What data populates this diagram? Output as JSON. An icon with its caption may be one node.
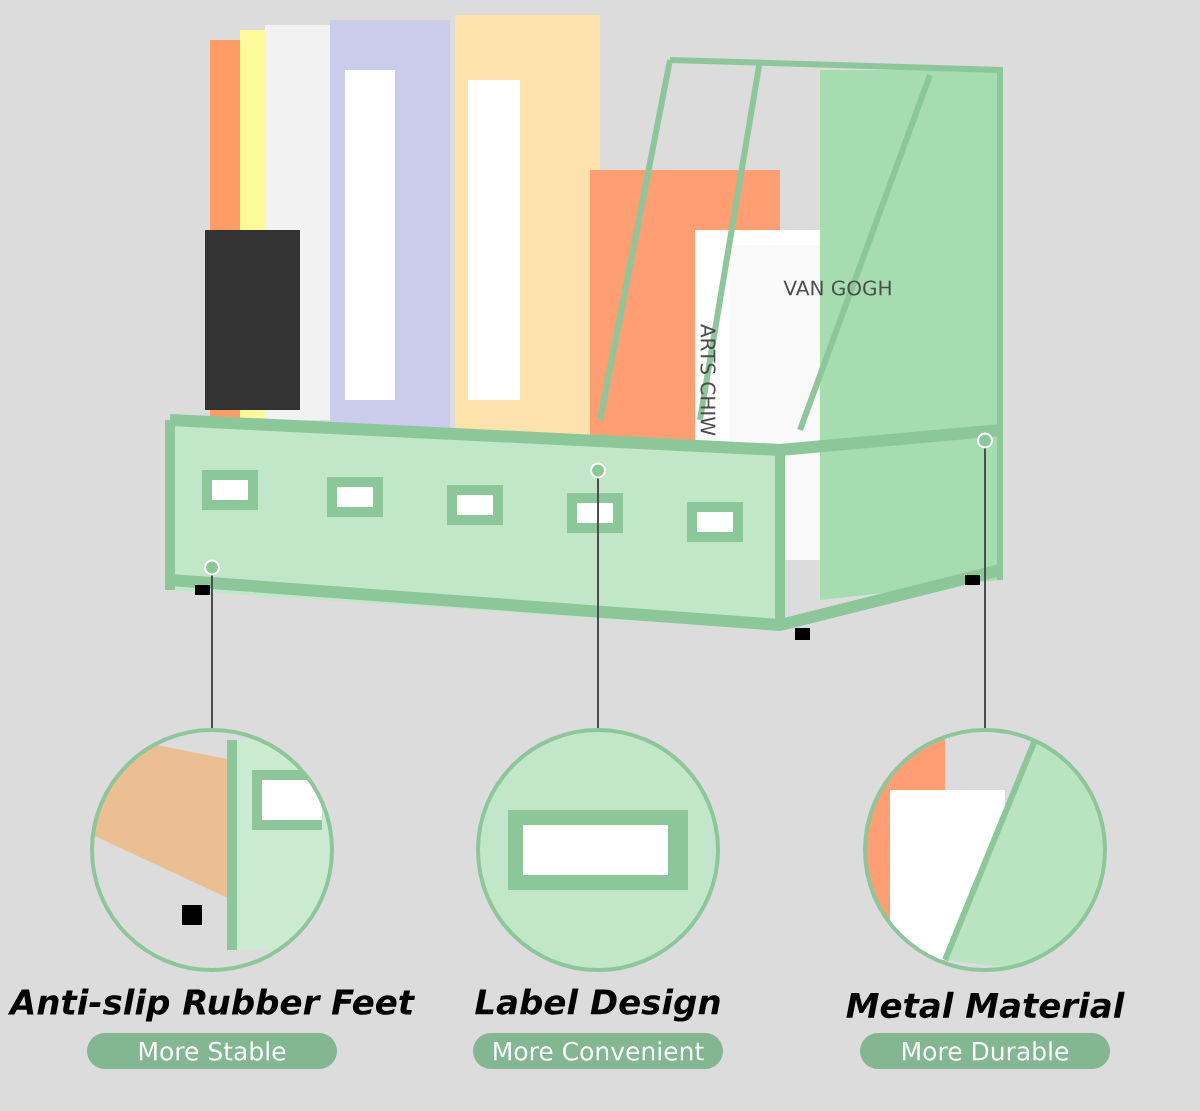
{
  "diagram": {
    "nodes": [
      {
        "text": [],
        "shape": "picture"
      },
      {
        "text": [
          "Anti-slip Rubber Feet",
          "More Stable"
        ]
      },
      {
        "text": [
          "Label Design",
          "More Convenient"
        ]
      },
      {
        "text": [
          "Metal Material",
          "More Durable"
        ]
      }
    ],
    "edges": [
      {
        "from": 1,
        "to": 0,
        "arrow": "none"
      },
      {
        "from": 2,
        "to": 0,
        "arrow": "none"
      },
      {
        "from": 3,
        "to": 0,
        "arrow": "none"
      }
    ],
    "labels": [
      "VAN GOGH",
      "ARTS CHIW"
    ]
  }
}
